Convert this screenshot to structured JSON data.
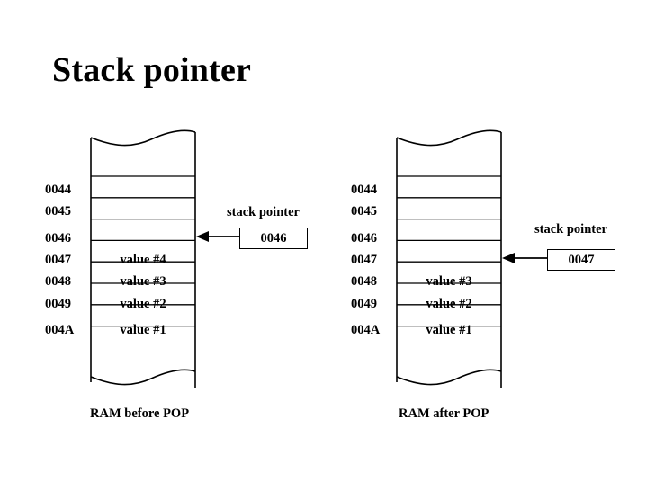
{
  "slide": {
    "title": "Stack pointer",
    "background": "#ffffff",
    "ink": "#000000"
  },
  "diagrams": [
    {
      "id": "before",
      "caption": "RAM before POP",
      "addresses": [
        "0044",
        "0045",
        "0046",
        "0047",
        "0048",
        "0049",
        "004A"
      ],
      "cells": [
        "",
        "",
        "",
        "value #4",
        "value #3",
        "value #2",
        "value #1"
      ],
      "pointer": {
        "label": "stack pointer",
        "value": "0046",
        "target_address": "0046",
        "target_row_index": 2
      }
    },
    {
      "id": "after",
      "caption": "RAM after POP",
      "addresses": [
        "0044",
        "0045",
        "0046",
        "0047",
        "0048",
        "0049",
        "004A"
      ],
      "cells": [
        "",
        "",
        "",
        "",
        "value #3",
        "value #2",
        "value #1"
      ],
      "pointer": {
        "label": "stack pointer",
        "value": "0047",
        "target_address": "0047",
        "target_row_index": 3
      }
    }
  ]
}
